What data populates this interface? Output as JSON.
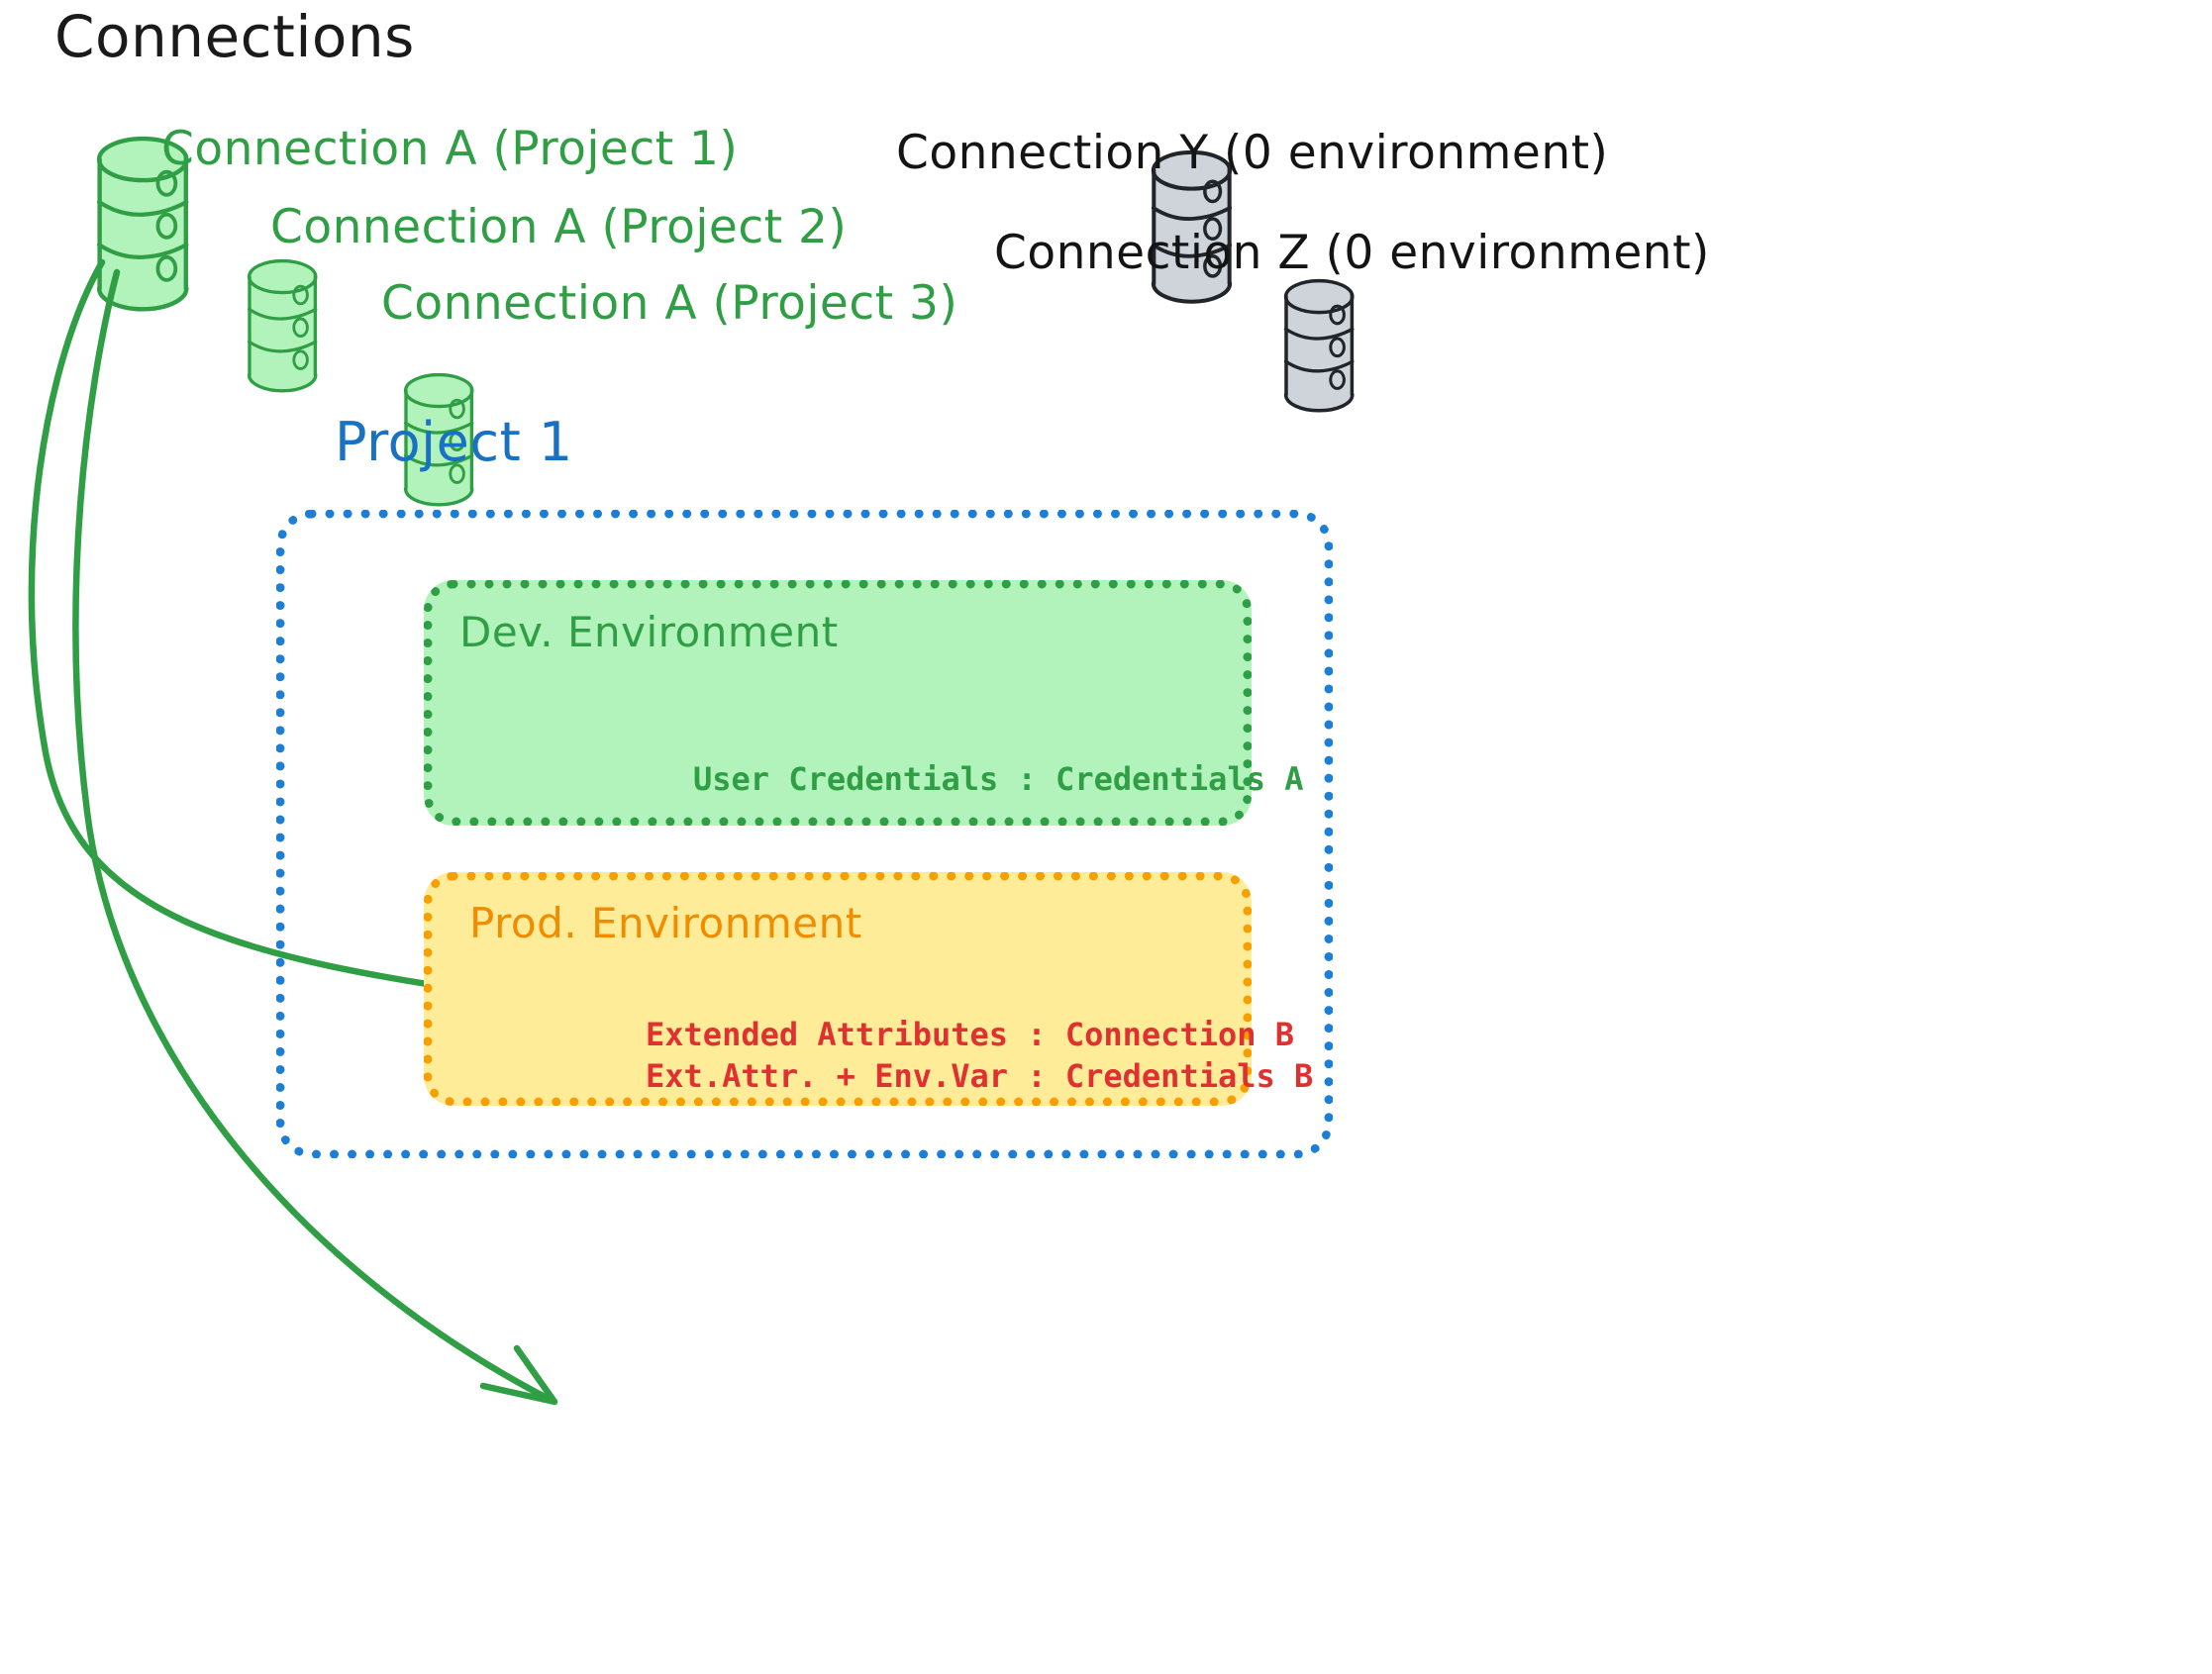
{
  "diagram": {
    "title": "Connections",
    "title_color": "#1a1a1a",
    "background": "#ffffff"
  },
  "connections": {
    "active": {
      "color": "#2f9e44",
      "fill": "#b2f2bb",
      "items": [
        {
          "label": "Connection A (Project 1)",
          "icon": "database-icon",
          "segments": 3
        },
        {
          "label": "Connection A (Project 2)",
          "icon": "database-icon",
          "segments": 3
        },
        {
          "label": "Connection A (Project 3)",
          "icon": "database-icon",
          "segments": 3
        }
      ]
    },
    "inactive": {
      "color": "#141414",
      "fill": "#ced4da",
      "items": [
        {
          "label": "Connection Y (0 environment)",
          "icon": "database-icon",
          "segments": 3
        },
        {
          "label": "Connection Z (0 environment)",
          "icon": "database-icon",
          "segments": 3
        }
      ]
    }
  },
  "project": {
    "title": "Project 1",
    "title_color": "#1971c2",
    "border_color": "#1c7ed6",
    "environments": [
      {
        "name": "Dev. Environment",
        "text_color": "#2f9e44",
        "border_color": "#2f9e44",
        "fill_color": "#b2f2bb",
        "entries": [
          "User Credentials : Credentials A"
        ],
        "entry_color": "#2f9e44"
      },
      {
        "name": "Prod. Environment",
        "text_color": "#f08c00",
        "border_color": "#f59f00",
        "fill_color": "#ffec99",
        "entries": [
          "Extended Attributes : Connection B",
          "Ext.Attr. + Env.Var : Credentials B"
        ],
        "entry_color": "#e03131"
      }
    ]
  },
  "arrows": {
    "color": "#2f9e44",
    "items": [
      {
        "from": "Connection A (Project 1)",
        "to": "Dev. Environment"
      },
      {
        "from": "Connection A (Project 1)",
        "to": "Prod. Environment"
      }
    ]
  }
}
